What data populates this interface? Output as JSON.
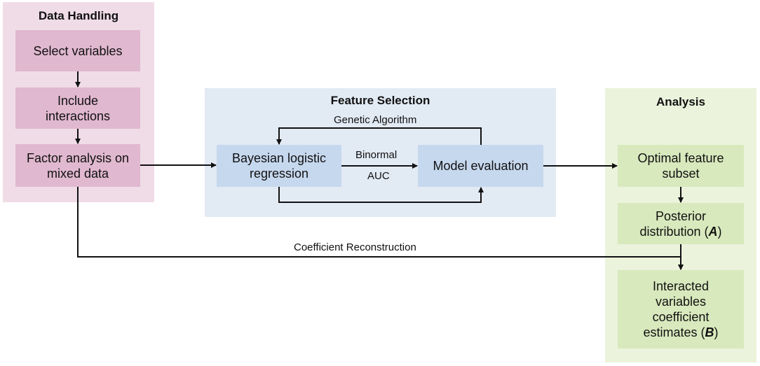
{
  "panels": {
    "data_handling": {
      "title": "Data Handling",
      "color": "#f0dce7",
      "box_color": "#e0b8cf",
      "boxes": {
        "select_variables": "Select variables",
        "include_interactions_l1": "Include",
        "include_interactions_l2": "interactions",
        "factor_analysis_l1": "Factor analysis on",
        "factor_analysis_l2": "mixed data"
      }
    },
    "feature_selection": {
      "title": "Feature Selection",
      "color": "#e2eaf4",
      "box_color": "#c6d8ee",
      "boxes": {
        "bayesian_l1": "Bayesian logistic",
        "bayesian_l2": "regression",
        "model_evaluation": "Model evaluation"
      },
      "labels": {
        "genetic_algorithm": "Genetic Algorithm",
        "binormal": "Binormal",
        "auc": "AUC"
      }
    },
    "analysis": {
      "title": "Analysis",
      "color": "#ebf3dc",
      "box_color": "#d8e9bd",
      "boxes": {
        "optimal_l1": "Optimal feature",
        "optimal_l2": "subset",
        "posterior_l1": "Posterior",
        "posterior_l2_prefix": "distribution (",
        "posterior_l2_letter": "A",
        "posterior_l2_suffix": ")",
        "interacted_l1": "Interacted",
        "interacted_l2": "variables",
        "interacted_l3": "coefficient",
        "interacted_l4_prefix": "estimates (",
        "interacted_l4_letter": "B",
        "interacted_l4_suffix": ")"
      }
    }
  },
  "connectors": {
    "coefficient_reconstruction": "Coefficient Reconstruction"
  }
}
